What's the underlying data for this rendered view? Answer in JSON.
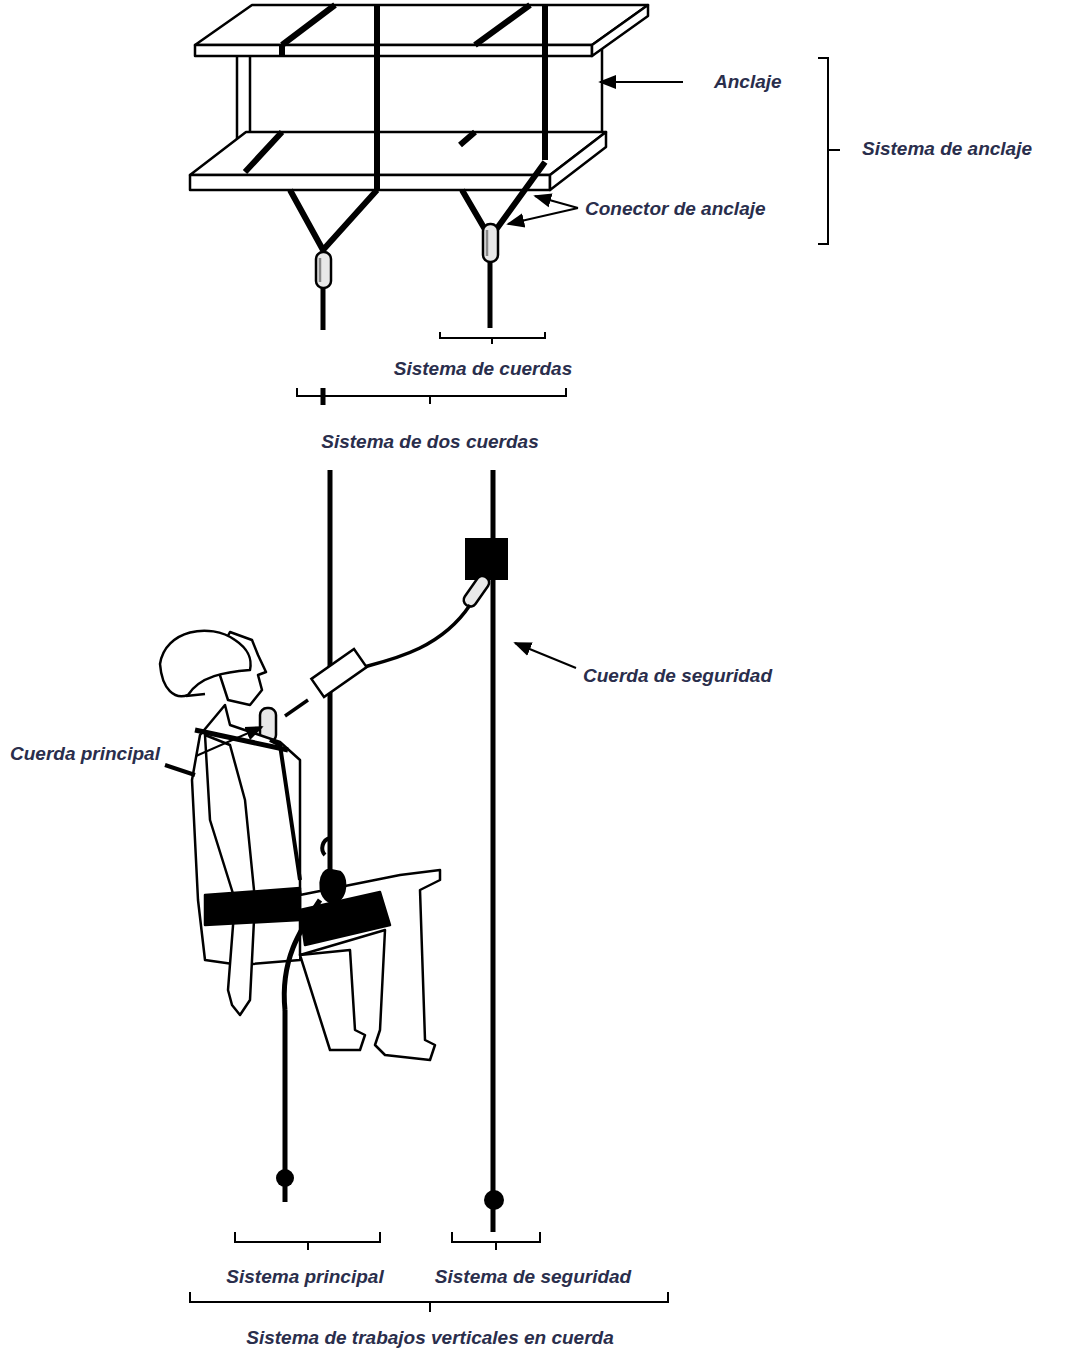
{
  "diagram": {
    "labels": [
      "Anclaje",
      "Sistema de anclaje",
      "Conector de anclaje",
      "Sistema de cuerdas",
      "Sistema de dos cuerdas",
      "Cuerda de seguridad",
      "Cuerda principal",
      "Sistema principal",
      "Sistema de seguridad",
      "Sistema de trabajos verticales en cuerda"
    ]
  }
}
